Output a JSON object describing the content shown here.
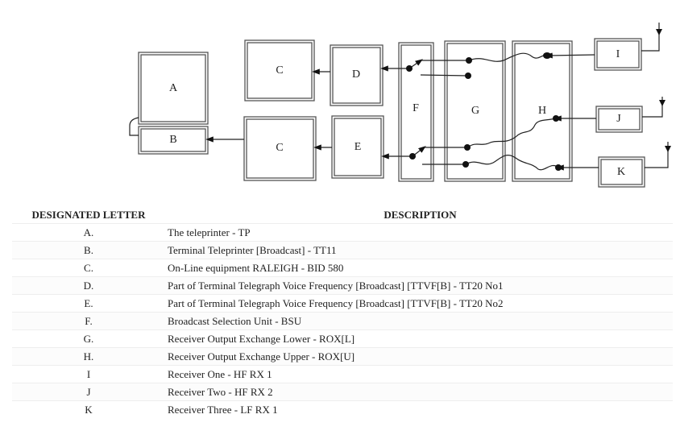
{
  "diagram": {
    "boxes": {
      "A": "A",
      "B": "B",
      "C1": "C",
      "C2": "C",
      "D": "D",
      "E": "E",
      "F": "F",
      "G": "G",
      "H": "H",
      "I": "I",
      "J": "J",
      "K": "K"
    }
  },
  "table": {
    "headers": {
      "letter": "DESIGNATED LETTER",
      "description": "DESCRIPTION"
    },
    "rows": [
      {
        "letter": "A.",
        "description": "The teleprinter - TP"
      },
      {
        "letter": "B.",
        "description": "Terminal Teleprinter [Broadcast] - TT11"
      },
      {
        "letter": "C.",
        "description": "On-Line equipment RALEIGH - BID 580"
      },
      {
        "letter": "D.",
        "description": "Part of Terminal Telegraph Voice Frequency [Broadcast] [TTVF[B] - TT20 No1"
      },
      {
        "letter": "E.",
        "description": "Part of Terminal Telegraph Voice Frequency [Broadcast] [TTVF[B] - TT20 No2"
      },
      {
        "letter": "F.",
        "description": "Broadcast Selection Unit - BSU"
      },
      {
        "letter": "G.",
        "description": "Receiver Output Exchange Lower - ROX[L]"
      },
      {
        "letter": "H.",
        "description": "Receiver Output Exchange Upper - ROX[U]"
      },
      {
        "letter": "I",
        "description": "Receiver One - HF RX 1"
      },
      {
        "letter": "J",
        "description": "Receiver Two - HF RX 2"
      },
      {
        "letter": "K",
        "description": "Receiver Three - LF RX 1"
      }
    ]
  }
}
